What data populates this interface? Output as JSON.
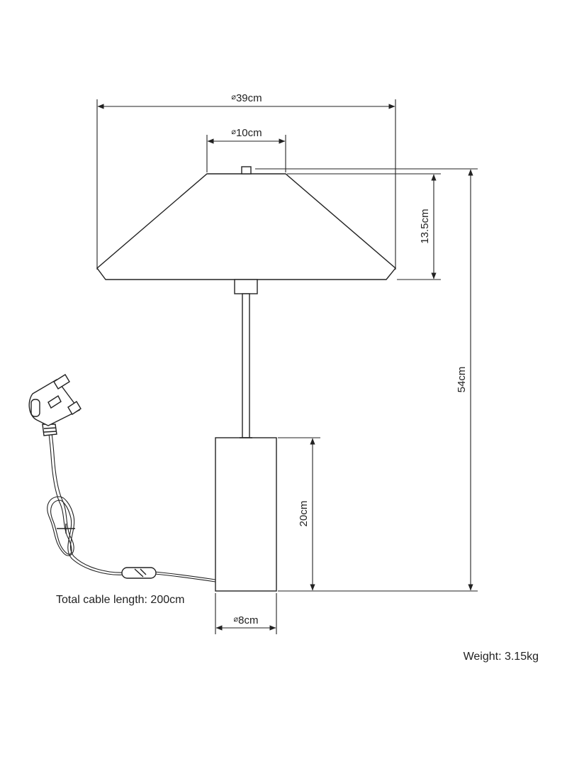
{
  "dimensions": {
    "shade_diameter": "39cm",
    "top_diameter": "10cm",
    "shade_height": "13.5cm",
    "total_height": "54cm",
    "base_height": "20cm",
    "base_diameter": "8cm"
  },
  "diameter_symbol": "⌀",
  "notes": {
    "cable": "Total cable length: 200cm",
    "weight": "Weight: 3.15kg"
  },
  "colors": {
    "ink": "#222222",
    "background": "#ffffff"
  }
}
